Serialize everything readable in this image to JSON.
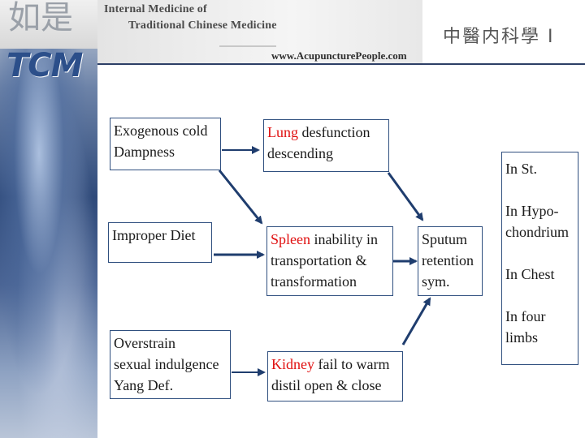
{
  "header": {
    "title_line1": "Internal Medicine of",
    "title_line2": "Traditional Chinese Medicine",
    "website": "www.AcupuncturePeople.com",
    "chinese_title": "中醫内科學 I",
    "logo": "TCM",
    "calligraphy": "如是"
  },
  "diagram": {
    "causes": {
      "exogenous_line1": "Exogenous cold",
      "exogenous_line2": "Dampness",
      "diet": "Improper Diet",
      "overstrain_line1": "Overstrain",
      "overstrain_line2": "sexual indulgence",
      "overstrain_line3": "Yang Def."
    },
    "organs": {
      "lung_organ": "Lung",
      "lung_rest1": " desfunction",
      "lung_line2": "descending",
      "spleen_organ": "Spleen",
      "spleen_rest1": " inability in",
      "spleen_line2": "transportation &",
      "spleen_line3": "transformation",
      "kidney_organ": "Kidney",
      "kidney_rest1": " fail to warm",
      "kidney_line2": "distil open & close"
    },
    "result": {
      "line1": "Sputum",
      "line2": "retention",
      "line3": "sym."
    },
    "locations": {
      "st": "In St.",
      "hypo_line1": "In Hypo-",
      "hypo_line2": "chondrium",
      "chest": "In Chest",
      "limbs_line1": "In four",
      "limbs_line2": "limbs"
    },
    "colors": {
      "organ_highlight": "#e01010",
      "arrow": "#1f3d6e",
      "box_border": "#2f4f7f"
    }
  }
}
